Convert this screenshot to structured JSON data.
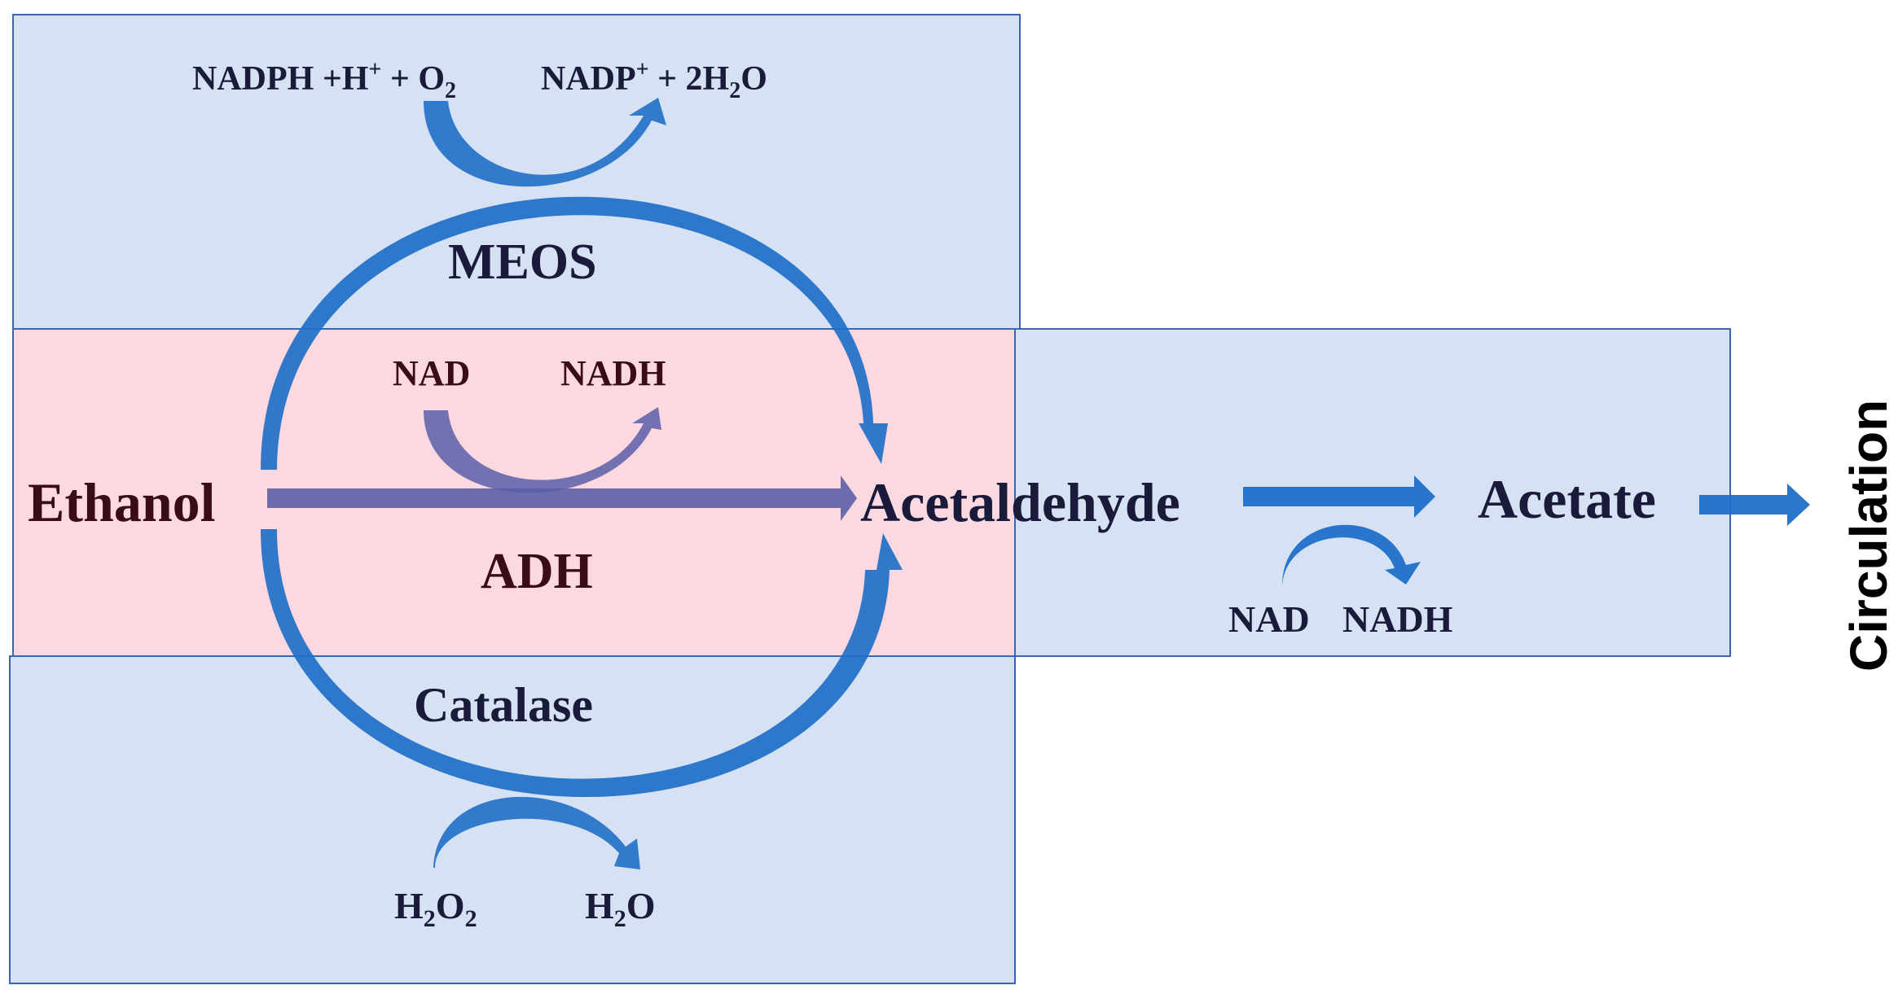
{
  "colors": {
    "panel_blue": "#d6e2f3",
    "panel_pink": "#fcd9e0",
    "panel_border": "#3a66b0",
    "arrow_blue": "#1f6fc8",
    "arrow_purple": "#5b5ea8",
    "text_dark": "#1a1a3a",
    "text_maroon": "#3a0c18"
  },
  "labels": {
    "ethanol": "Ethanol",
    "acetaldehyde": "Acetaldehyde",
    "acetate": "Acetate",
    "circulation": "Circulation",
    "meos": "MEOS",
    "adh": "ADH",
    "catalase": "Catalase",
    "adh_nad": "NAD",
    "adh_nadh": "NADH",
    "aldh_nad": "NAD",
    "aldh_nadh": "NADH"
  },
  "meos_cofactors": {
    "in_nadph": "NADPH +H",
    "in_plus_sup": "+",
    "in_o2_prefix": " + O",
    "in_o2_sub": "2",
    "out_nadp": "NADP",
    "out_plus_sup": "+",
    "out_water_prefix": " + 2H",
    "out_water_sub": "2",
    "out_water_suffix": "O"
  },
  "catalase_cofactors": {
    "in_h": "H",
    "in_sub1": "2",
    "in_o": "O",
    "in_sub2": "2",
    "out_h": "H",
    "out_sub": "2",
    "out_o": "O"
  }
}
